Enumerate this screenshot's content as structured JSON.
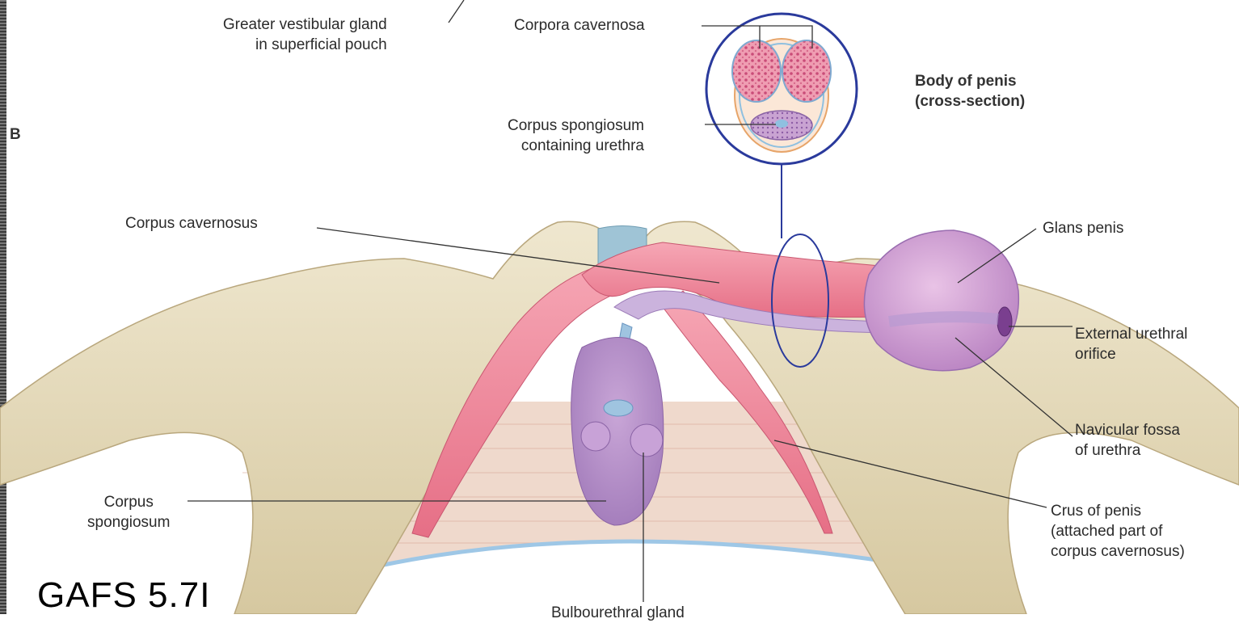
{
  "panel_label": "B",
  "labels": {
    "greater_vestibular_gland": [
      "Greater vestibular gland",
      "in superficial pouch"
    ],
    "corpora_cavernosa": "Corpora cavernosa",
    "corpus_spongiosum_urethra": [
      "Corpus spongiosum",
      "containing urethra"
    ],
    "body_of_penis": [
      "Body of penis",
      "(cross-section)"
    ],
    "corpus_cavernosus": "Corpus cavernosus",
    "glans_penis": "Glans penis",
    "external_urethral_orifice": [
      "External urethral",
      "orifice"
    ],
    "navicular_fossa": [
      "Navicular fossa",
      "of urethra"
    ],
    "crus_of_penis": [
      "Crus of penis",
      "(attached part of",
      "corpus cavernosus)"
    ],
    "corpus_spongiosum": [
      "Corpus",
      "spongiosum"
    ],
    "bulbourethral_gland": "Bulbourethral gland"
  },
  "caption": "GAFS 5.7I",
  "colors": {
    "bone": "#e7dcbf",
    "erectile_pink": "#ef8a9c",
    "spongiosum_purple": "#b58fc4",
    "membrane": "#efd9cc",
    "leader_blue": "#2a3a9c"
  }
}
